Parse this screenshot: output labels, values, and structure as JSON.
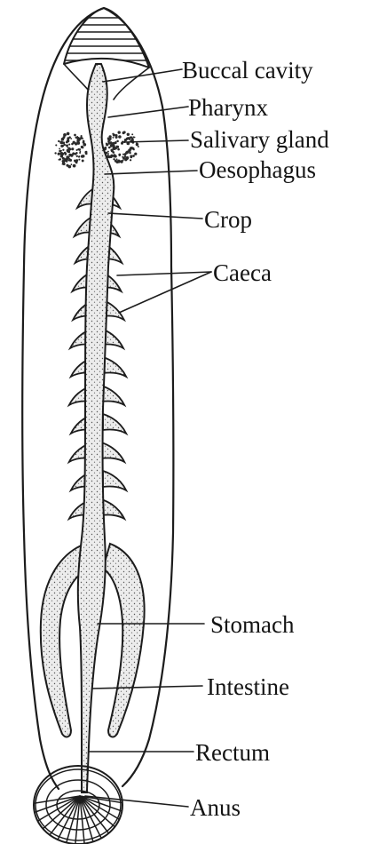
{
  "labels": [
    {
      "id": "buccal",
      "text": "Buccal cavity"
    },
    {
      "id": "pharynx",
      "text": "Pharynx"
    },
    {
      "id": "salivary",
      "text": "Salivary gland"
    },
    {
      "id": "oesophagus",
      "text": "Oesophagus"
    },
    {
      "id": "crop",
      "text": "Crop"
    },
    {
      "id": "caeca",
      "text": "Caeca"
    },
    {
      "id": "stomach",
      "text": "Stomach"
    },
    {
      "id": "intestine",
      "text": "Intestine"
    },
    {
      "id": "rectum",
      "text": "Rectum"
    },
    {
      "id": "anus",
      "text": "Anus"
    }
  ],
  "colors": {
    "ink": "#1c1c1c",
    "background": "#ffffff"
  }
}
